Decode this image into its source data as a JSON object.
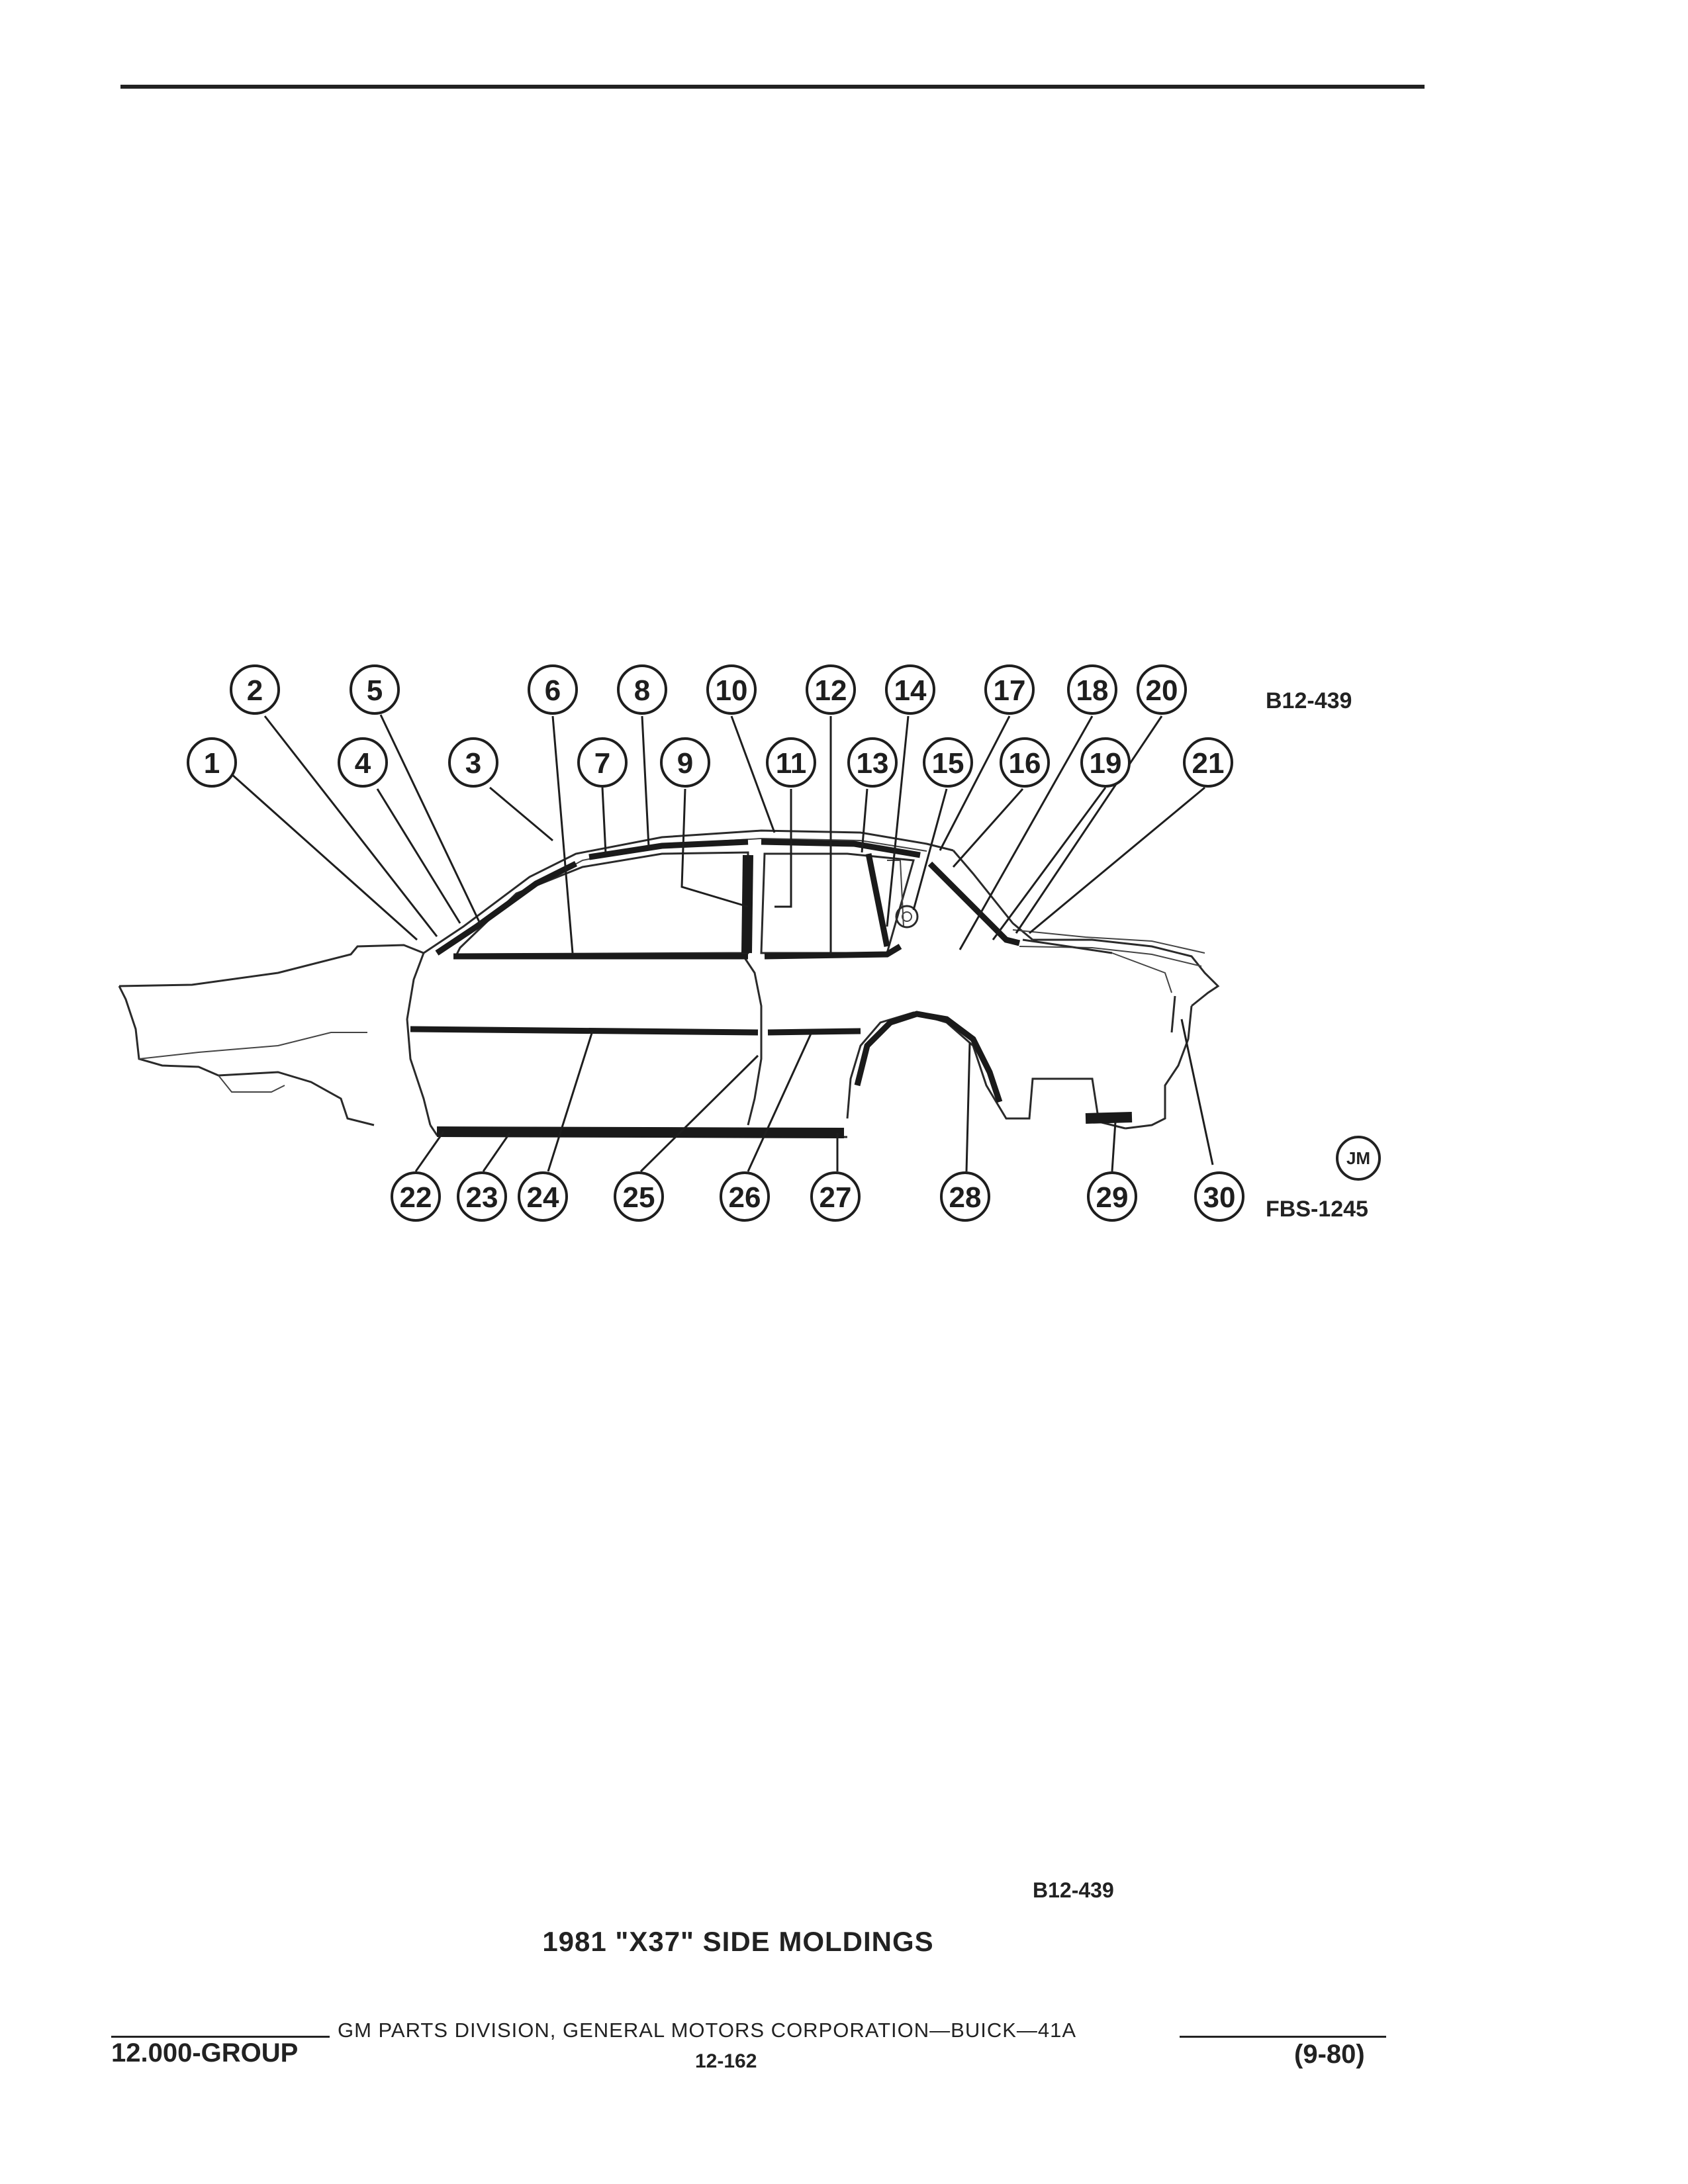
{
  "header": {
    "figure_code_top": "B12-439",
    "figure_code_bottom": "FBS-1245",
    "stamp": "JM"
  },
  "diagram": {
    "callouts": [
      "1",
      "2",
      "3",
      "4",
      "5",
      "6",
      "7",
      "8",
      "9",
      "10",
      "11",
      "12",
      "13",
      "14",
      "15",
      "16",
      "17",
      "18",
      "19",
      "20",
      "21",
      "22",
      "23",
      "24",
      "25",
      "26",
      "27",
      "28",
      "29",
      "30"
    ]
  },
  "caption": {
    "figure_ref": "B12-439",
    "title": "1981 \"X37\" SIDE MOLDINGS"
  },
  "footer": {
    "publisher": "GM PARTS DIVISION, GENERAL MOTORS CORPORATION—BUICK—41A",
    "group": "12.000-GROUP",
    "page": "12-162",
    "date": "(9-80)"
  }
}
